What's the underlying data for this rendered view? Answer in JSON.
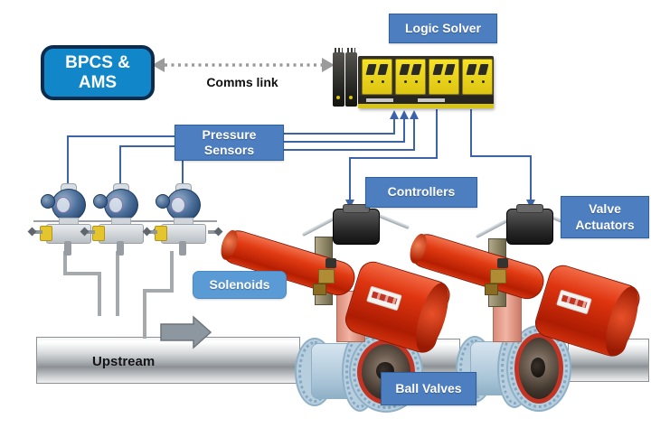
{
  "labels": {
    "bpcs_line1": "BPCS &",
    "bpcs_line2": "AMS",
    "comms_link": "Comms link",
    "logic_solver": "Logic Solver",
    "pressure_sensors_line1": "Pressure",
    "pressure_sensors_line2": "Sensors",
    "controllers": "Controllers",
    "valve_actuators_line1": "Valve",
    "valve_actuators_line2": "Actuators",
    "solenoids": "Solenoids",
    "ball_valves": "Ball Valves",
    "upstream": "Upstream"
  },
  "colors": {
    "label_blue": "#4d7ec0",
    "solenoid_label_blue": "#5b9bd5",
    "bpcs_blue": "#1187c9",
    "bpcs_border_navy": "#0c2c4e",
    "wire_blue": "#3c63a8",
    "comms_gray": "#9b9b9b",
    "impulse_line_gray": "#a6a9ab",
    "actuator_red": "#d92b07",
    "ball_valve_blue": "#b7cedf",
    "ball_valve_ring_red": "#c23525",
    "solver_module_yellow": "#ecd51d",
    "pipe_gray": "#c4c8cb"
  }
}
